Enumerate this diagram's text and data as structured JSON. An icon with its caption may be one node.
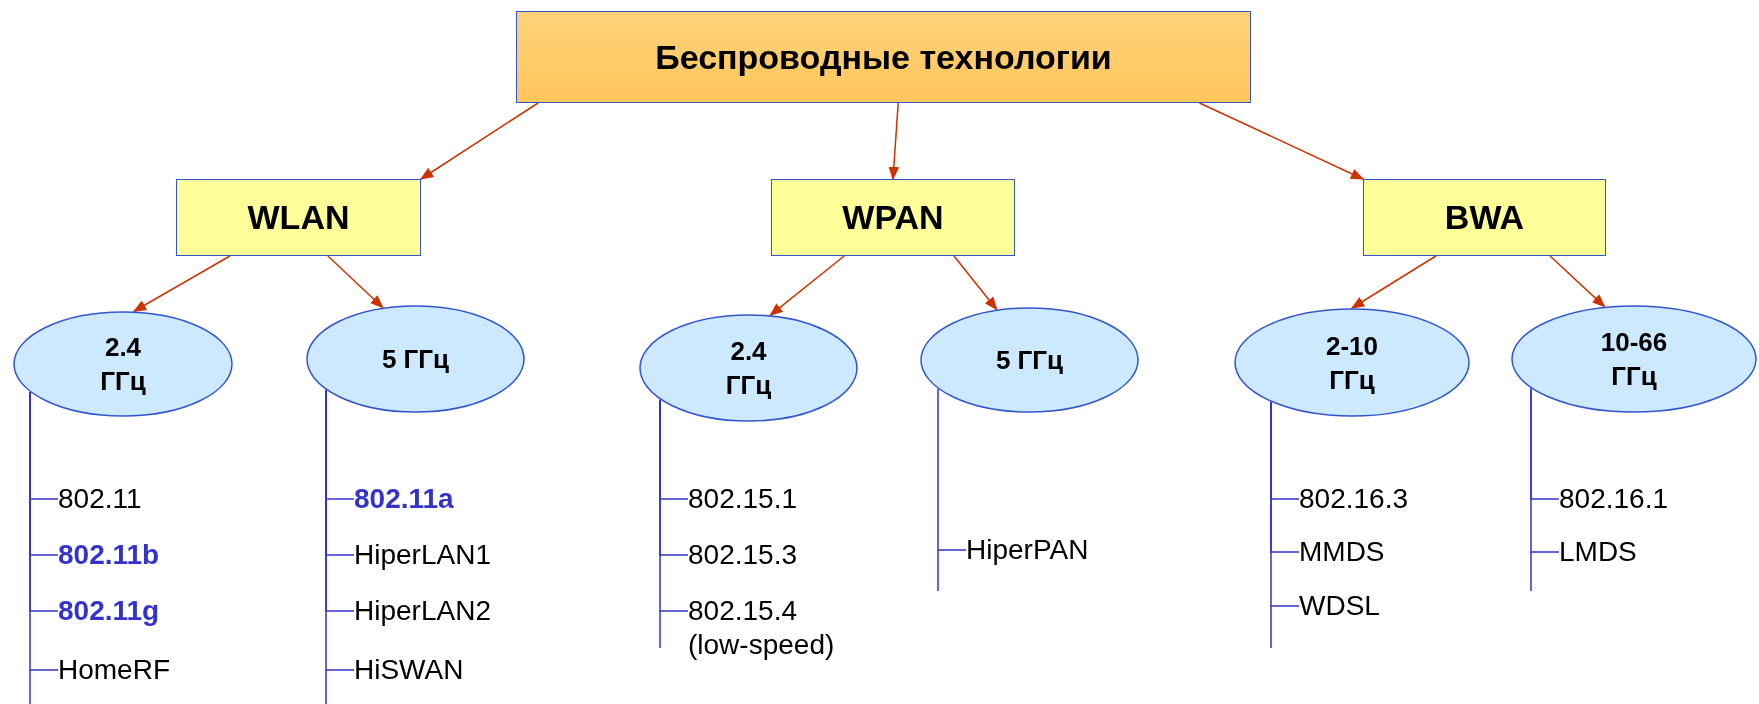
{
  "diagram": {
    "nodes": [
      {
        "text": [
          "Беспроводные технологии"
        ]
      },
      {
        "text": [
          "WLAN"
        ]
      },
      {
        "text": [
          "WPAN"
        ]
      },
      {
        "text": [
          "BWA"
        ]
      },
      {
        "text": [
          "2.4 ГГц"
        ]
      },
      {
        "text": [
          "5 ГГц"
        ]
      },
      {
        "text": [
          "2.4 ГГц"
        ]
      },
      {
        "text": [
          "5 ГГц"
        ]
      },
      {
        "text": [
          "2-10 ГГц"
        ]
      },
      {
        "text": [
          "10-66 ГГц"
        ]
      },
      {
        "text": [
          "802.11"
        ]
      },
      {
        "text": [
          "802.11b"
        ]
      },
      {
        "text": [
          "802.11g"
        ]
      },
      {
        "text": [
          "HomeRF"
        ]
      },
      {
        "text": [
          "802.11a"
        ]
      },
      {
        "text": [
          "HiperLAN1"
        ]
      },
      {
        "text": [
          "HiperLAN2"
        ]
      },
      {
        "text": [
          "HiSWAN"
        ]
      },
      {
        "text": [
          "802.15.1"
        ]
      },
      {
        "text": [
          "802.15.3"
        ]
      },
      {
        "text": [
          "802.15.4 (low-speed)"
        ]
      },
      {
        "text": [
          "HiperPAN"
        ]
      },
      {
        "text": [
          "802.16.3"
        ]
      },
      {
        "text": [
          "MMDS"
        ]
      },
      {
        "text": [
          "WDSL"
        ]
      },
      {
        "text": [
          "802.16.1"
        ]
      },
      {
        "text": [
          "LMDS"
        ]
      }
    ],
    "edges": [
      {
        "from": 0,
        "to": 1,
        "arrow": "to",
        "color": "#cc3300"
      },
      {
        "from": 0,
        "to": 2,
        "arrow": "to",
        "color": "#cc3300"
      },
      {
        "from": 0,
        "to": 3,
        "arrow": "to",
        "color": "#cc3300"
      },
      {
        "from": 1,
        "to": 4,
        "arrow": "to",
        "color": "#cc3300"
      },
      {
        "from": 1,
        "to": 5,
        "arrow": "to",
        "color": "#cc3300"
      },
      {
        "from": 2,
        "to": 6,
        "arrow": "to",
        "color": "#cc3300"
      },
      {
        "from": 2,
        "to": 7,
        "arrow": "to",
        "color": "#cc3300"
      },
      {
        "from": 3,
        "to": 8,
        "arrow": "to",
        "color": "#cc3300"
      },
      {
        "from": 3,
        "to": 9,
        "arrow": "to",
        "color": "#cc3300"
      },
      {
        "from": 4,
        "to": 10,
        "arrow": "none"
      },
      {
        "from": 4,
        "to": 11,
        "arrow": "none"
      },
      {
        "from": 4,
        "to": 12,
        "arrow": "none"
      },
      {
        "from": 4,
        "to": 13,
        "arrow": "none"
      },
      {
        "from": 5,
        "to": 14,
        "arrow": "none"
      },
      {
        "from": 5,
        "to": 15,
        "arrow": "none"
      },
      {
        "from": 5,
        "to": 16,
        "arrow": "none"
      },
      {
        "from": 5,
        "to": 17,
        "arrow": "none"
      },
      {
        "from": 6,
        "to": 18,
        "arrow": "none"
      },
      {
        "from": 6,
        "to": 19,
        "arrow": "none"
      },
      {
        "from": 6,
        "to": 20,
        "arrow": "none"
      },
      {
        "from": 7,
        "to": 21,
        "arrow": "none"
      },
      {
        "from": 8,
        "to": 22,
        "arrow": "none"
      },
      {
        "from": 8,
        "to": 23,
        "arrow": "none"
      },
      {
        "from": 8,
        "to": 24,
        "arrow": "none"
      },
      {
        "from": 9,
        "to": 25,
        "arrow": "none"
      },
      {
        "from": 9,
        "to": 26,
        "arrow": "none"
      }
    ]
  }
}
